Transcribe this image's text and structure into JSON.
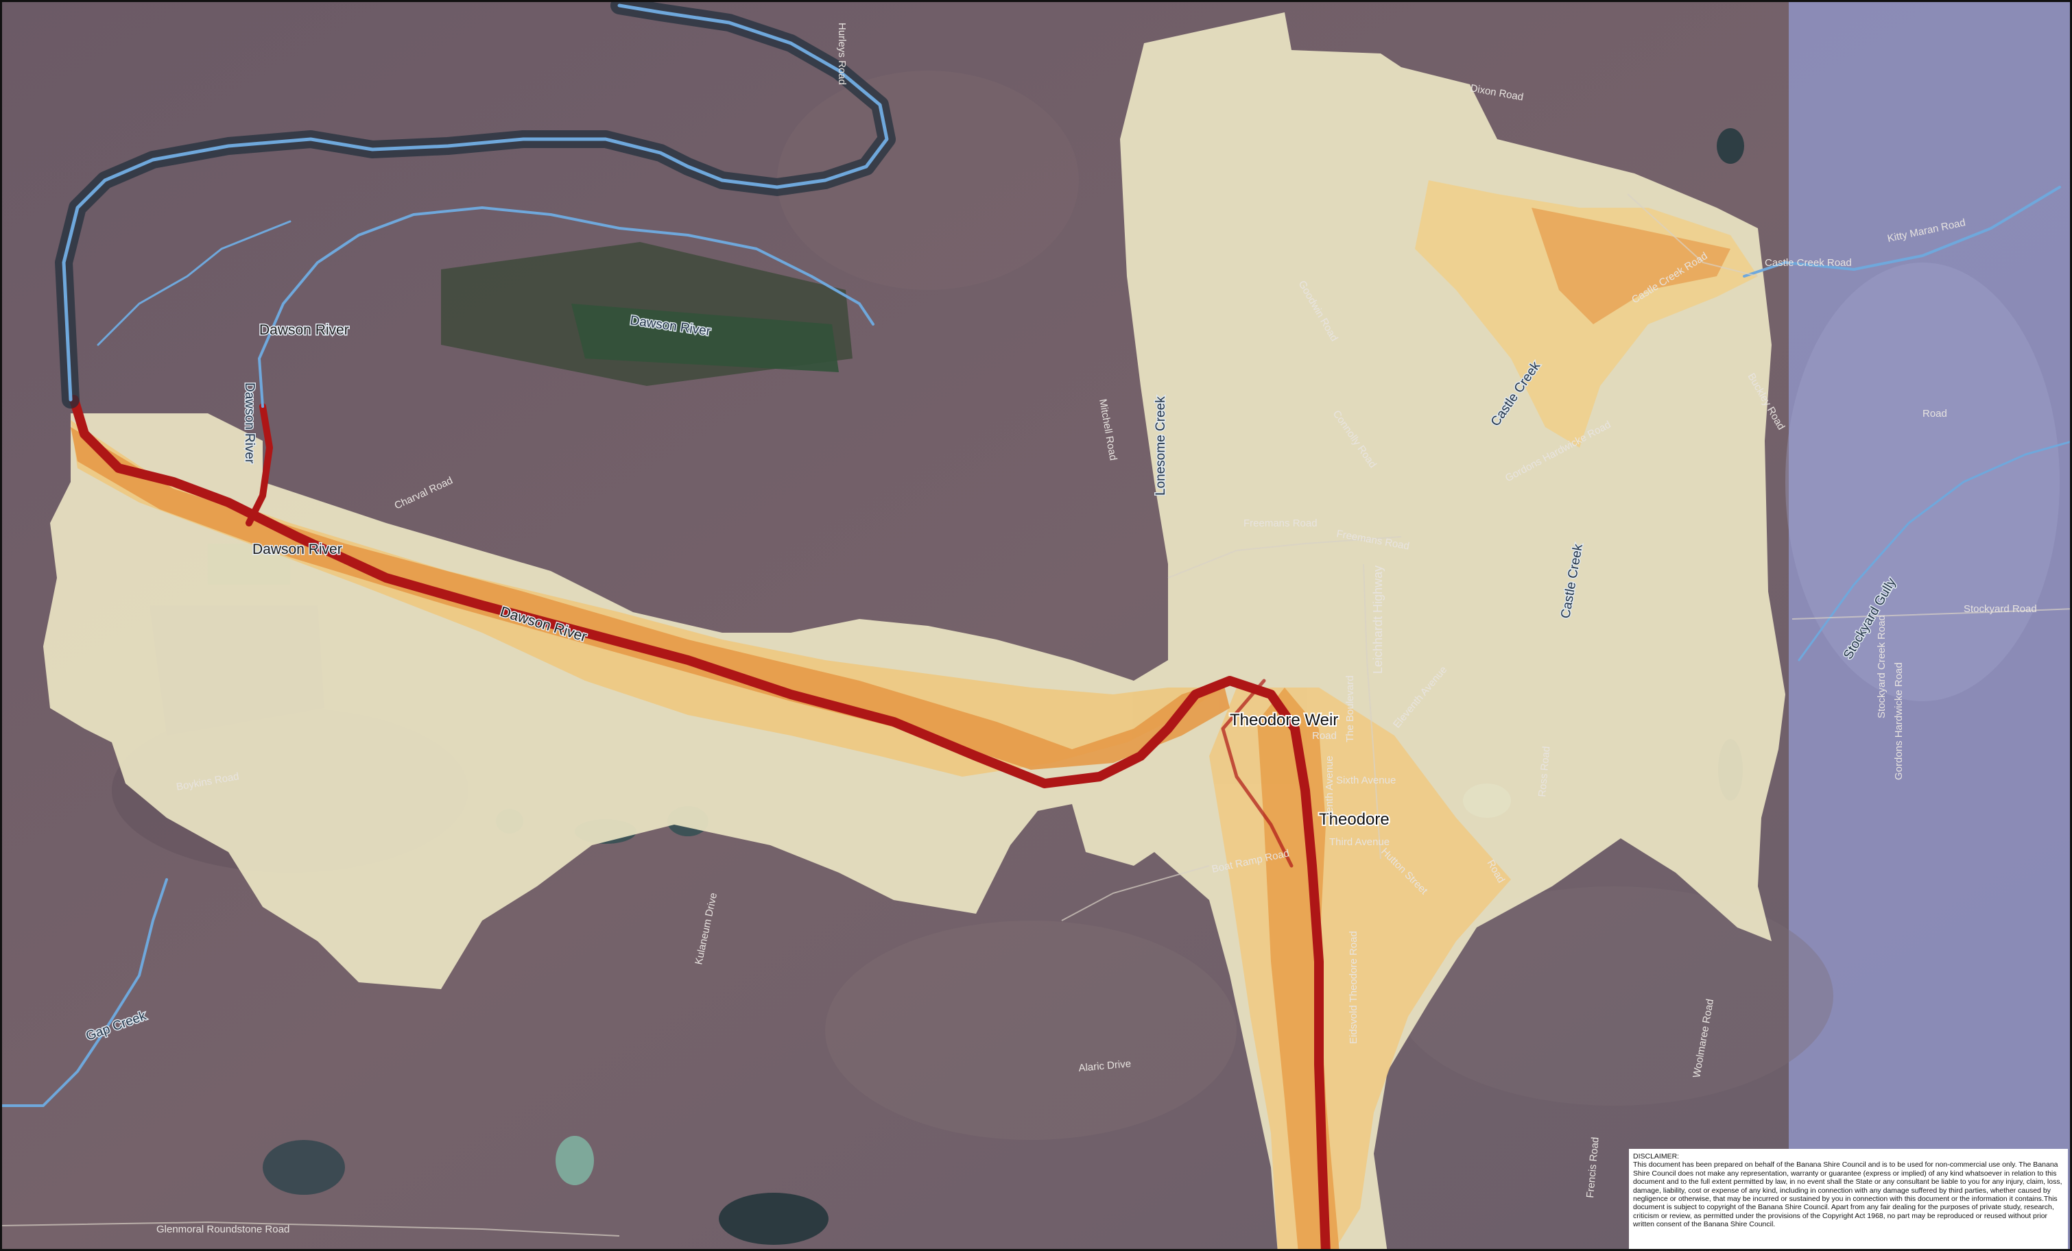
{
  "map": {
    "labels": {
      "rivers": [
        {
          "id": "dawson-1",
          "text": "Dawson River"
        },
        {
          "id": "dawson-2",
          "text": "Dawson River"
        },
        {
          "id": "dawson-3",
          "text": "Dawson River"
        },
        {
          "id": "dawson-4",
          "text": "Dawson River"
        },
        {
          "id": "dawson-5",
          "text": "Dawson River"
        }
      ],
      "creeks": [
        {
          "id": "lonesome",
          "text": "Lonesome Creek"
        },
        {
          "id": "castle-1",
          "text": "Castle Creek"
        },
        {
          "id": "castle-2",
          "text": "Castle Creek"
        },
        {
          "id": "stockyard",
          "text": "Stockyard Gully"
        },
        {
          "id": "gap",
          "text": "Gap Creek"
        }
      ],
      "places": [
        {
          "id": "theodore-weir",
          "text": "Theodore Weir"
        },
        {
          "id": "theodore",
          "text": "Theodore"
        }
      ],
      "roads": [
        {
          "id": "castle-creek-road-e",
          "text": "Castle Creek Road"
        },
        {
          "id": "kitty-maran-road",
          "text": "Kitty Maran Road"
        },
        {
          "id": "castle-creek-road",
          "text": "Castle Creek Road"
        },
        {
          "id": "stockyard-road",
          "text": "Stockyard Road"
        },
        {
          "id": "leichhardt-highway",
          "text": "Leichhardt Highway"
        },
        {
          "id": "eidsvold-theodore-road",
          "text": "Eidsvold Theodore Road"
        },
        {
          "id": "glenmoral-roundstone-road",
          "text": "Glenmoral Roundstone Road"
        },
        {
          "id": "freemans-road-1",
          "text": "Freemans Road"
        },
        {
          "id": "freemans-road-2",
          "text": "Freemans Road"
        },
        {
          "id": "the-boulevard",
          "text": "The Boulevard"
        },
        {
          "id": "boat-ramp-road",
          "text": "Boat Ramp Road"
        },
        {
          "id": "alaric-drive",
          "text": "Alaric Drive"
        },
        {
          "id": "charval-road",
          "text": "Charval Road"
        },
        {
          "id": "connolly-road",
          "text": "Connolly Road"
        },
        {
          "id": "mitchell-road",
          "text": "Mitchell Road"
        },
        {
          "id": "goodwin-road",
          "text": "Goodwin Road"
        },
        {
          "id": "dixon-road",
          "text": "Dixon Road"
        },
        {
          "id": "ross-road",
          "text": "Ross Road"
        },
        {
          "id": "woolmaree-road",
          "text": "Woolmaree Road"
        },
        {
          "id": "frencis-road",
          "text": "Frencis Road"
        },
        {
          "id": "tenth-avenue",
          "text": "Tenth Avenue"
        },
        {
          "id": "sixth-avenue",
          "text": "Sixth Avenue"
        },
        {
          "id": "eleventh-avenue",
          "text": "Eleventh Avenue"
        },
        {
          "id": "third-avenue",
          "text": "Third Avenue"
        },
        {
          "id": "hutton-street",
          "text": "Hutton Street"
        },
        {
          "id": "kulaneum-drive",
          "text": "Kulaneum Drive"
        },
        {
          "id": "boykins-road",
          "text": "Boykins Road"
        },
        {
          "id": "hurleys-road",
          "text": "Hurleys Road"
        },
        {
          "id": "gordons-hardwicke-road",
          "text": "Gordons Hardwicke Road"
        },
        {
          "id": "gordons-hardwicke-road-2",
          "text": "Gordons Hardwicke Road"
        },
        {
          "id": "stockyard-creek-road",
          "text": "Stockyard Creek Road"
        },
        {
          "id": "buckley-road",
          "text": "Buckley Road"
        },
        {
          "id": "road-1",
          "text": "Road"
        },
        {
          "id": "road-2",
          "text": "Road"
        },
        {
          "id": "road-3",
          "text": "Road"
        }
      ]
    }
  },
  "disclaimer": {
    "title": "DISCLAIMER:",
    "body": "This document has been prepared on behalf of the Banana Shire Council and is to be used for non-commercial use only. The Banana Shire Council does not make any representation, warranty or guarantee (express or implied) of any kind whatsoever in relation to this document and to the full extent permitted by law, in no event shall the State or any consultant be liable to you for any injury, claim, loss, damage, liability, cost or expense of any kind, including in connection with any damage suffered by third parties, whether caused by negligence or otherwise, that may be incurred or sustained by you in connection with this document or the information it contains.This document is subject to copyright of the Banana Shire Council. Apart from any fair dealing for the purposes of private study, research, criticism or review, as permitted under the provisions of the Copyright Act 1968, no part may be reproduced or reused without prior written consent of the Banana Shire Council."
  },
  "colors": {
    "terrain": "#6f5f68",
    "terrain_east": "#8a8cb8",
    "flood_extent": "#e8e2c2",
    "flood_shallow": "#eec87a",
    "flood_mid": "#e3913d",
    "flood_deep": "#b01818",
    "river_line": "#6fa8dc"
  }
}
